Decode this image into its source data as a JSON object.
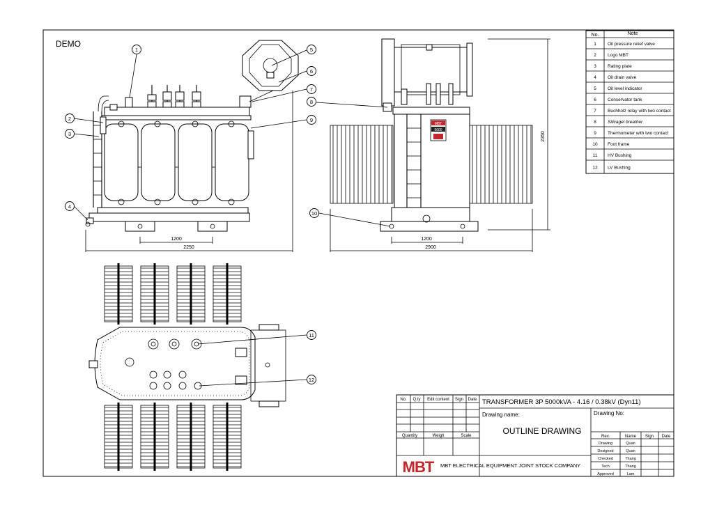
{
  "watermark": "DEMO",
  "notes": {
    "header_no": "No.",
    "header_note": "Note",
    "items": [
      {
        "no": "1",
        "text": "Oil pressure relief valve"
      },
      {
        "no": "2",
        "text": "Logo MBT"
      },
      {
        "no": "3",
        "text": "Rating plate"
      },
      {
        "no": "4",
        "text": "Oil drain valve"
      },
      {
        "no": "5",
        "text": "Oil level indicator"
      },
      {
        "no": "6",
        "text": "Conservator tank"
      },
      {
        "no": "7",
        "text": "Buchholz relay with two contact"
      },
      {
        "no": "8",
        "text": "Silicagel breather"
      },
      {
        "no": "9",
        "text": "Thermometer with two contact"
      },
      {
        "no": "10",
        "text": "Foot frame"
      },
      {
        "no": "11",
        "text": "HV Bushing"
      },
      {
        "no": "12",
        "text": "LV Bushing"
      }
    ]
  },
  "dimensions": {
    "front_inner": "1200",
    "front_overall": "2250",
    "side_inner": "1200",
    "side_overall": "2900",
    "height": "2350"
  },
  "callouts": [
    "1",
    "2",
    "3",
    "4",
    "5",
    "6",
    "7",
    "8",
    "9",
    "10",
    "11",
    "12"
  ],
  "title_block": {
    "rev_headers": [
      "No.",
      "Q.ty",
      "Edit content",
      "Sign",
      "Date"
    ],
    "sub_headers": [
      "Quantity",
      "Weigh",
      "Scale"
    ],
    "title": "TRANSFORMER 3P 5000kVA - 4.16 / 0.38kV  (Dyn11)",
    "drawing_name_label": "Drawing name:",
    "drawing_name": "OUTLINE DRAWING",
    "drawing_no_label": "Drawing No:",
    "sign_headers": [
      "Rev.",
      "Name",
      "Sign",
      "Date"
    ],
    "roles": [
      {
        "role": "Drawing",
        "name": "Quan"
      },
      {
        "role": "Designed",
        "name": "Quan"
      },
      {
        "role": "Checked",
        "name": "Thang"
      },
      {
        "role": "Tech",
        "name": "Thang"
      },
      {
        "role": "Approved",
        "name": "Lam"
      }
    ],
    "logo": "MBT",
    "company": "MBT ELECTRICAL EQUIPMENT JOINT STOCK COMPANY"
  },
  "nameplate": {
    "logo": "MBT",
    "rating": "5000"
  }
}
